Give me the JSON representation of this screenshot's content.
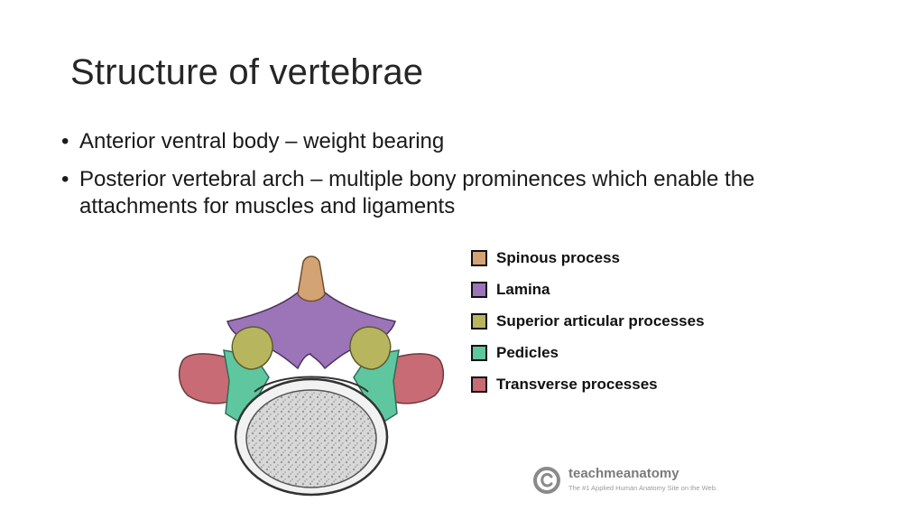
{
  "slide": {
    "title": "Structure of vertebrae",
    "bullets": [
      {
        "marker": "•",
        "text": "Anterior ventral body – weight bearing"
      },
      {
        "marker": "•",
        "text": "Posterior vertebral arch – multiple bony prominences which enable the attachments for muscles and ligaments"
      }
    ]
  },
  "figure": {
    "legend": [
      {
        "label": "Spinous process",
        "color": "#d4a373"
      },
      {
        "label": "Lamina",
        "color": "#9b75b8"
      },
      {
        "label": "Superior articular processes",
        "color": "#b8b55f"
      },
      {
        "label": "Pedicles",
        "color": "#5fc7a0"
      },
      {
        "label": "Transverse processes",
        "color": "#c96b74"
      }
    ]
  },
  "brand": {
    "name": "teachmeanatomy",
    "tagline": "The #1 Applied Human Anatomy Site on the Web.",
    "mark_icon": "copyright-icon"
  }
}
